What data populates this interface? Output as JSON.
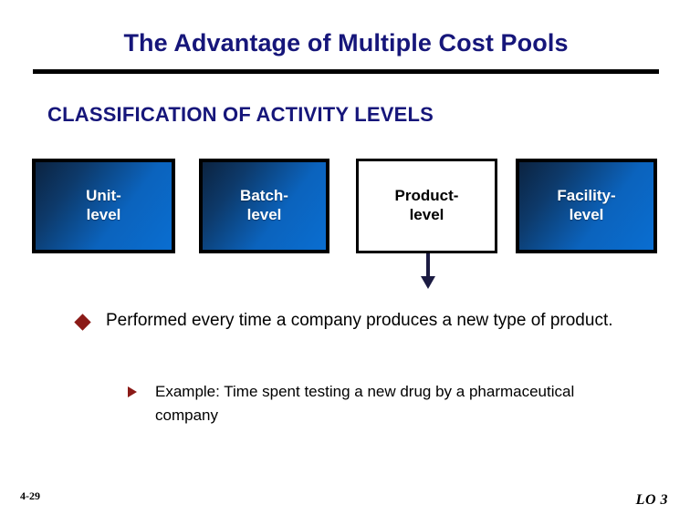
{
  "slide": {
    "title": "The Advantage of Multiple Cost Pools",
    "section_heading": "CLASSIFICATION OF ACTIVITY LEVELS",
    "slide_number": "4-29",
    "learning_objective": "LO 3"
  },
  "colors": {
    "title_navy": "#16167a",
    "rule_black": "#000000",
    "box_blue_dark": "#0c2340",
    "box_blue_light": "#0a6ed1",
    "box_highlight_bg": "#ffffff",
    "bullet_maroon": "#8b1a17",
    "arrow_navy": "#1b1b42",
    "body_text": "#000000"
  },
  "activity_levels": [
    {
      "id": "unit",
      "label": "Unit-\nlevel",
      "label_line1": "Unit-",
      "label_line2": "level",
      "highlighted": false
    },
    {
      "id": "batch",
      "label": "Batch-\nlevel",
      "label_line1": "Batch-",
      "label_line2": "level",
      "highlighted": false
    },
    {
      "id": "product",
      "label": "Product-\nlevel",
      "label_line1": "Product-",
      "label_line2": "level",
      "highlighted": true
    },
    {
      "id": "facility",
      "label": "Facility-\nlevel",
      "label_line1": "Facility-",
      "label_line2": "level",
      "highlighted": false
    }
  ],
  "bullets": {
    "primary": "Performed every time a company produces a new type of product.",
    "secondary": "Example: Time spent testing a new drug by a pharmaceutical company"
  },
  "icons": {
    "primary_bullet": "diamond-bullet-icon",
    "secondary_bullet": "triangle-bullet-icon",
    "connector": "down-arrow-icon"
  }
}
